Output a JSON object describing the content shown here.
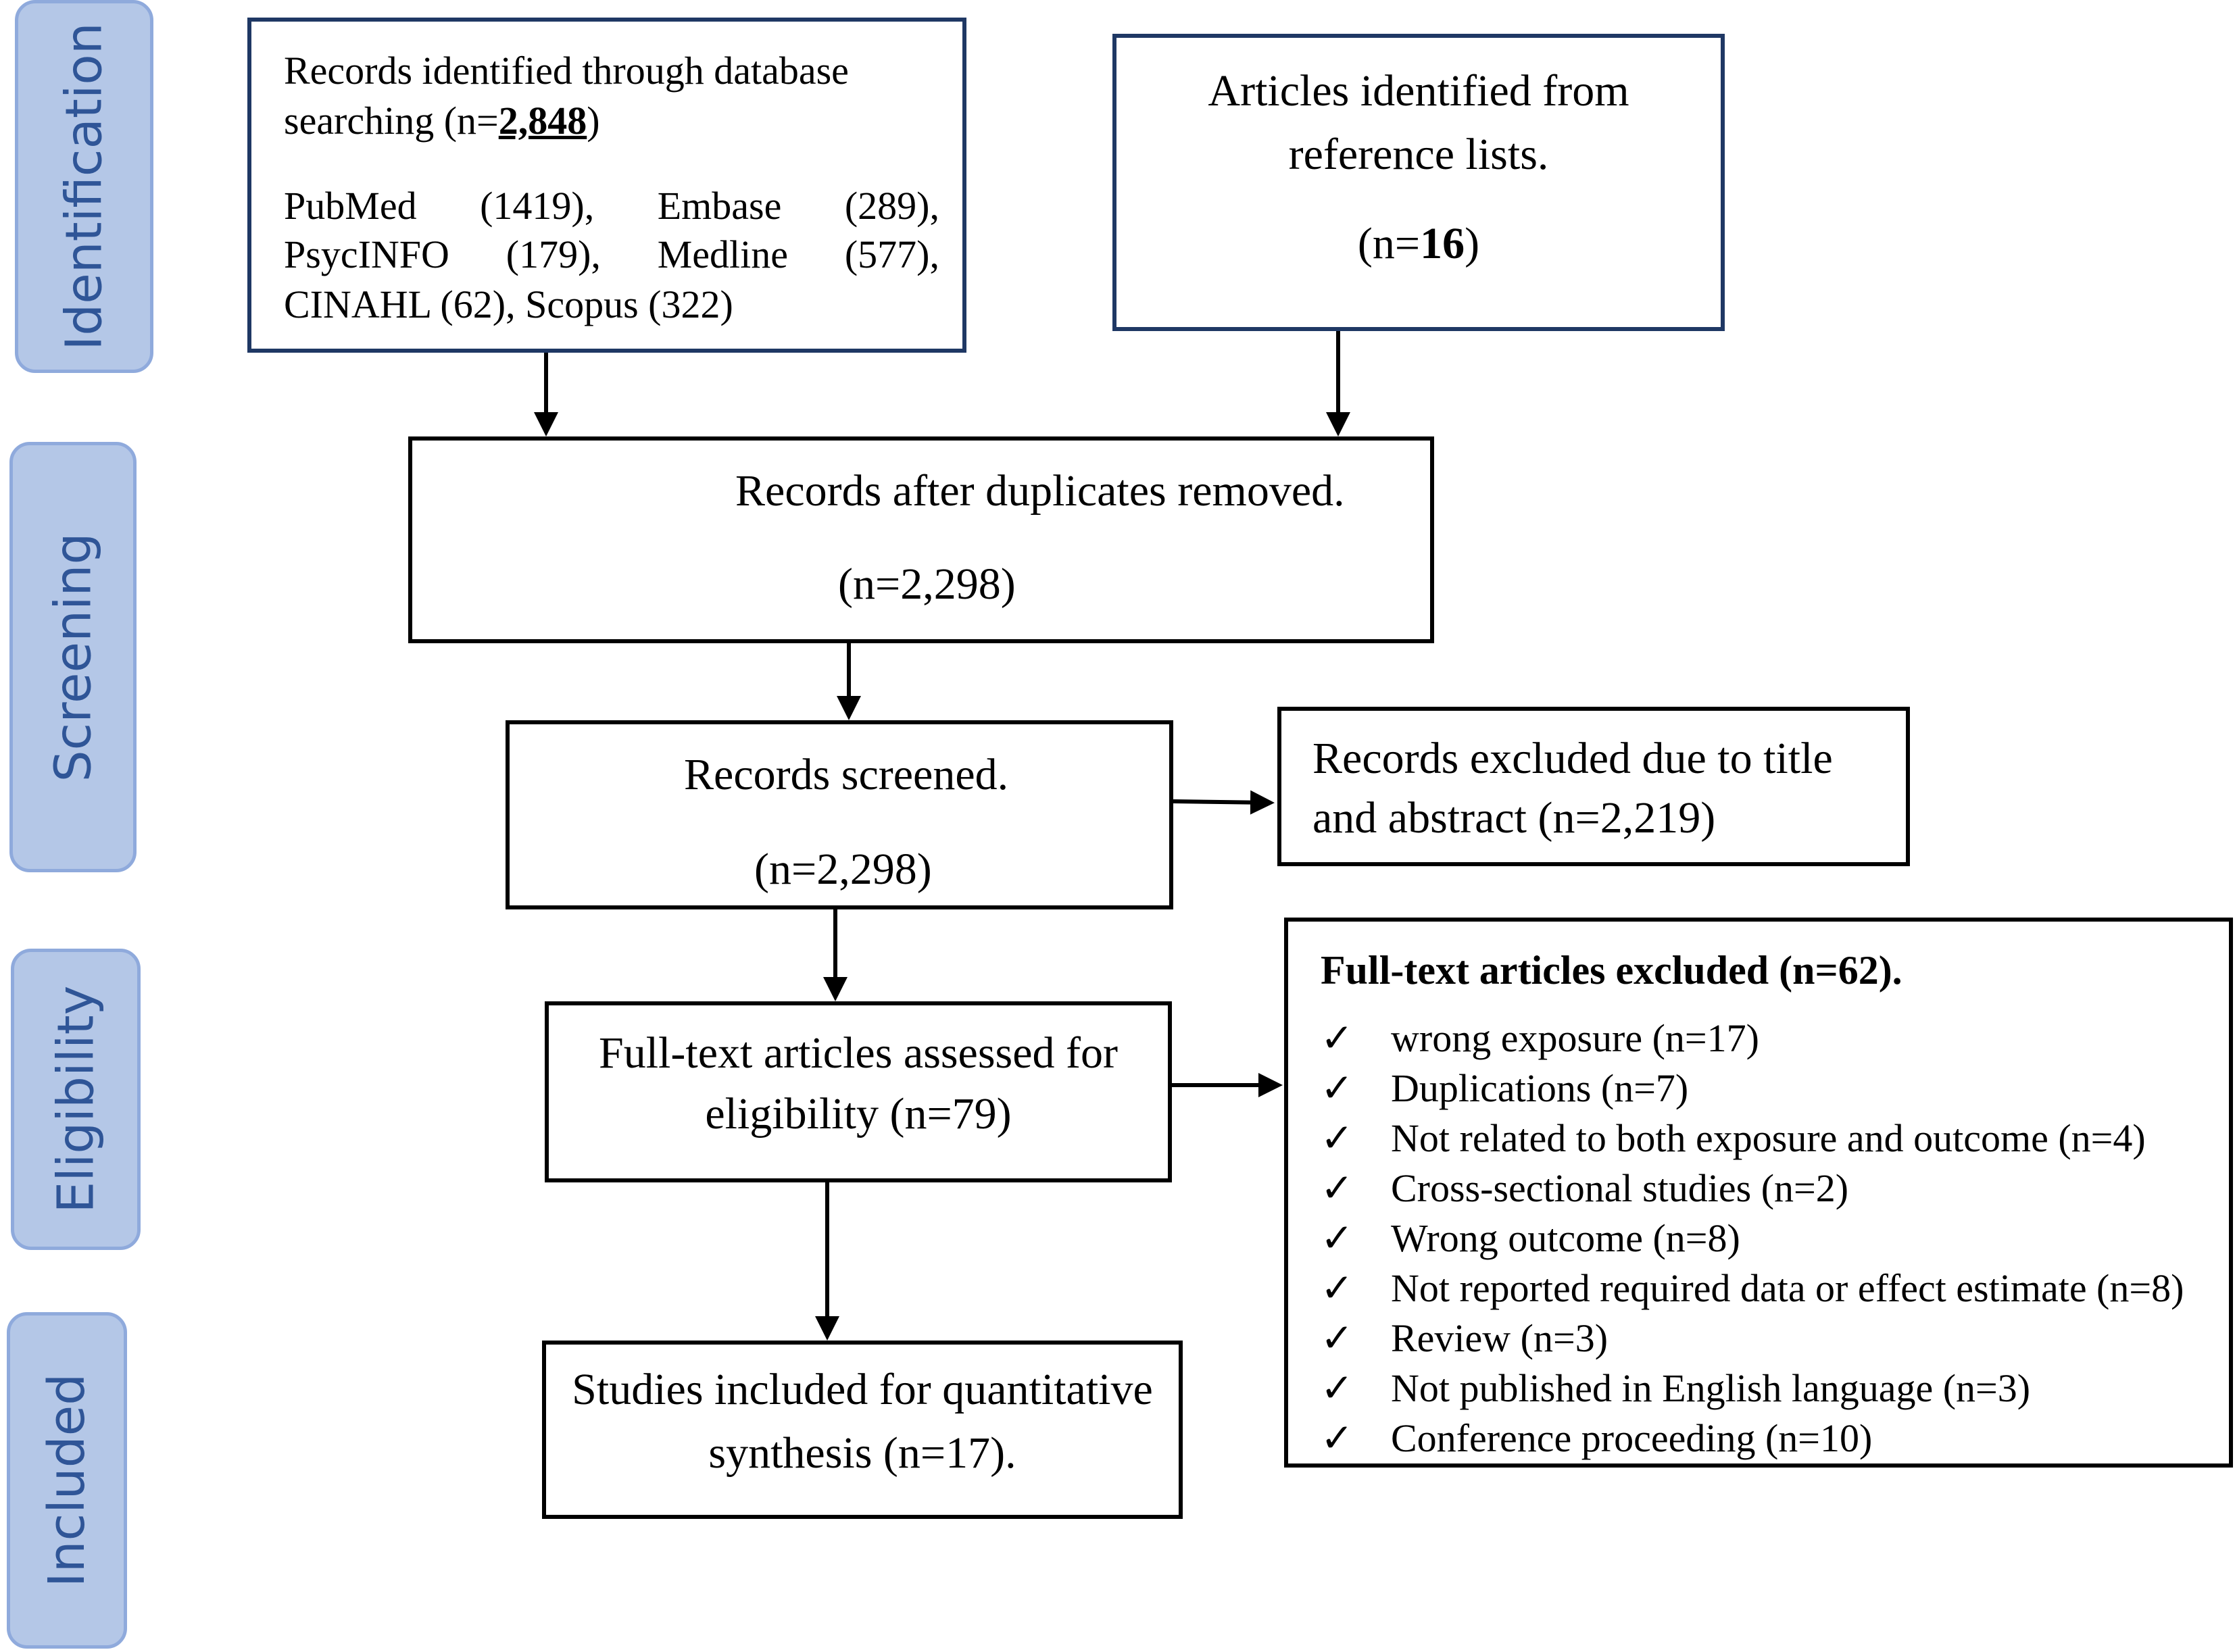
{
  "stages": {
    "identification": "Identification",
    "screening": "Screening",
    "eligibility": "Eligibility",
    "included": "Included"
  },
  "database": {
    "line1": "Records identified through database",
    "line2_prefix": "searching (n=",
    "count": "2,848",
    "line2_suffix": ")",
    "sources_row1": [
      "PubMed",
      "(1419),",
      "Embase",
      "(289),"
    ],
    "sources_row2": [
      "PsycINFO",
      "(179),",
      "Medline",
      "(577),"
    ],
    "sources_row3": "CINAHL (62), Scopus (322)"
  },
  "reference": {
    "line1": "Articles identified from",
    "line2": "reference lists.",
    "count_prefix": "(n=",
    "count": "16",
    "count_suffix": ")"
  },
  "duplicates": {
    "label": "Records after duplicates removed.",
    "count": "(n=2,298)"
  },
  "screened": {
    "label": "Records screened.",
    "count": "(n=2,298)"
  },
  "excluded_title": {
    "line1": "Records excluded due to title",
    "line2": "and abstract (n=2,219)"
  },
  "fulltext": {
    "line1": "Full-text articles assessed for",
    "line2": "eligibility (n=79)"
  },
  "fulltext_excluded": {
    "heading": "Full-text articles excluded (n=62).",
    "check_symbol": "✓",
    "reasons": [
      "wrong exposure (n=17)",
      "Duplications (n=7)",
      "Not related to both exposure and outcome (n=4)",
      "Cross-sectional studies (n=2)",
      "Wrong outcome (n=8)",
      "Not reported required data or effect estimate (n=8)",
      "Review (n=3)",
      "Not published in English language (n=3)",
      "Conference proceeding (n=10)"
    ]
  },
  "included": {
    "line1": "Studies included for quantitative",
    "line2": "synthesis (n=17)."
  },
  "colors": {
    "stage_fill": "#b4c7e7",
    "stage_border": "#8faadc",
    "stage_text": "#2f5597",
    "box_border_top": "#1f3864"
  }
}
